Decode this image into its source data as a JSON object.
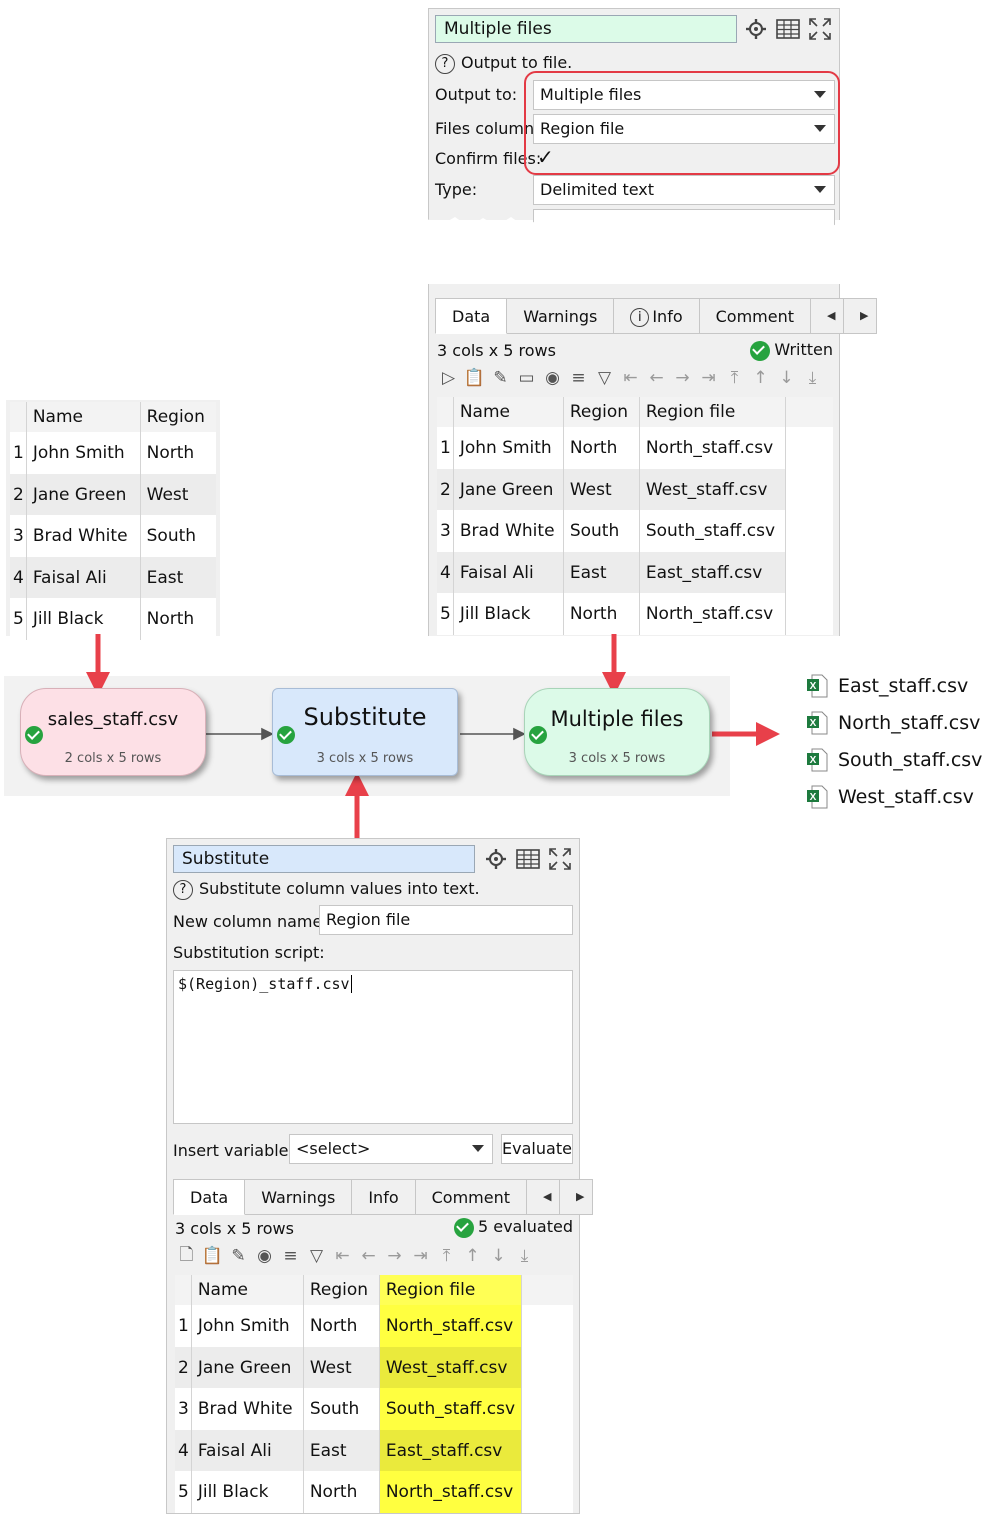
{
  "multi_panel": {
    "title": "Multiple files",
    "help_text": "Output to file.",
    "output_to_label": "Output to:",
    "output_to_value": "Multiple files",
    "files_column_label": "Files column:",
    "files_column_value": "Region file",
    "confirm_files_label": "Confirm files:",
    "confirm_checked": "✓",
    "type_label": "Type:",
    "type_value": "Delimited text"
  },
  "multi_data": {
    "tabs": [
      "Data",
      "Warnings",
      "Info",
      "Comment"
    ],
    "dims": "3 cols x 5 rows",
    "status": "Written",
    "columns": [
      "Name",
      "Region",
      "Region file"
    ],
    "rows": [
      [
        "1",
        "John Smith",
        "North",
        "North_staff.csv"
      ],
      [
        "2",
        "Jane Green",
        "West",
        "West_staff.csv"
      ],
      [
        "3",
        "Brad White",
        "South",
        "South_staff.csv"
      ],
      [
        "4",
        "Faisal Ali",
        "East",
        "East_staff.csv"
      ],
      [
        "5",
        "Jill Black",
        "North",
        "North_staff.csv"
      ]
    ]
  },
  "input_table": {
    "columns": [
      "Name",
      "Region"
    ],
    "rows": [
      [
        "1",
        "John Smith",
        "North"
      ],
      [
        "2",
        "Jane Green",
        "West"
      ],
      [
        "3",
        "Brad White",
        "South"
      ],
      [
        "4",
        "Faisal Ali",
        "East"
      ],
      [
        "5",
        "Jill Black",
        "North"
      ]
    ]
  },
  "flow": {
    "node1": {
      "name": "sales_staff.csv",
      "info": "2 cols x 5 rows"
    },
    "node2": {
      "name": "Substitute",
      "info": "3 cols x 5 rows"
    },
    "node3": {
      "name": "Multiple files",
      "info": "3 cols x 5 rows"
    }
  },
  "output_files": [
    "East_staff.csv",
    "North_staff.csv",
    "South_staff.csv",
    "West_staff.csv"
  ],
  "sub_panel": {
    "title": "Substitute",
    "help_text": "Substitute column values into text.",
    "new_col_label": "New column name:",
    "new_col_value": "Region file",
    "script_label": "Substitution script:",
    "script_value": "$(Region)_staff.csv",
    "insert_var_label": "Insert variable:",
    "insert_var_value": "<select>",
    "evaluate_label": "Evaluate",
    "tabs": [
      "Data",
      "Warnings",
      "Info",
      "Comment"
    ],
    "dims": "3 cols x 5 rows",
    "status": "5 evaluated",
    "columns": [
      "Name",
      "Region",
      "Region file"
    ],
    "rows": [
      [
        "1",
        "John Smith",
        "North",
        "North_staff.csv"
      ],
      [
        "2",
        "Jane Green",
        "West",
        "West_staff.csv"
      ],
      [
        "3",
        "Brad White",
        "South",
        "South_staff.csv"
      ],
      [
        "4",
        "Faisal Ali",
        "East",
        "East_staff.csv"
      ],
      [
        "5",
        "Jill Black",
        "North",
        "North_staff.csv"
      ]
    ]
  },
  "colors": {
    "pink_node": "#fde0e6",
    "blue_node": "#d8e8fb",
    "green_node": "#dcfae8",
    "highlight": "#ffff40",
    "arrow_red": "#e8404a",
    "callout_red": "#e33a45"
  }
}
